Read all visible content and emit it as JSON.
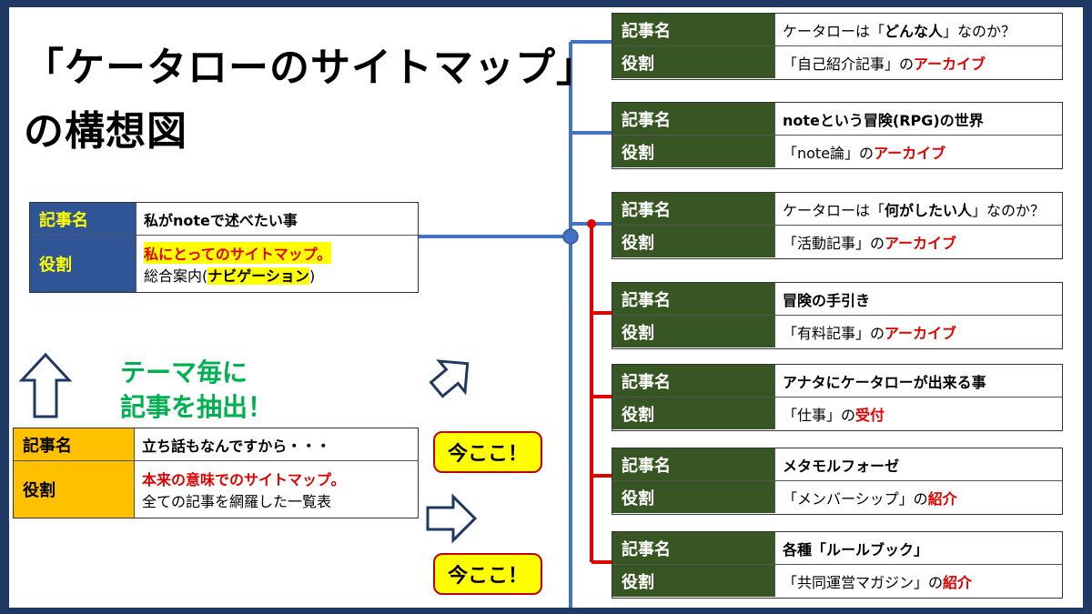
{
  "title": {
    "line1": "「ケータローのサイトマップ」",
    "line2": "の構想図"
  },
  "colors": {
    "frame": "#1f3864",
    "left_main_label_bg": "#2f5597",
    "left_main_label_fg": "#ffff00",
    "left_bottom_label_bg": "#ffc000",
    "right_label_bg": "#375623",
    "highlight_red": "#e00000",
    "connector_blue": "#4472c4",
    "connector_red": "#e00000",
    "callout_bg": "#ffff00"
  },
  "labels": {
    "name": "記事名",
    "role": "役割"
  },
  "main_card": {
    "name_value": "私がnoteで述べたい事",
    "role_line1": "私にとってのサイトマップ。",
    "role_line2_prefix": "総合案内(",
    "role_line2_bold": "ナビゲーション",
    "role_line2_suffix": ")"
  },
  "theme_text": {
    "line1": "テーマ毎に",
    "line2": "記事を抽出！"
  },
  "bottom_card": {
    "name_value": "立ち話もなんですから・・・",
    "role_line1": "本来の意味でのサイトマップ。",
    "role_line2": "全ての記事を網羅した一覧表"
  },
  "callouts": [
    "今ここ！",
    "今ここ！"
  ],
  "right_cards": [
    {
      "name_pre": "ケータローは「",
      "name_bold": "どんな人",
      "name_post": "」なのか？",
      "role_pre": "「自己紹介記事」の",
      "role_red": "アーカイブ"
    },
    {
      "name_pre": "",
      "name_bold": "noteという冒険(RPG)の世界",
      "name_post": "",
      "role_pre": "「note論」の",
      "role_red": "アーカイブ"
    },
    {
      "name_pre": "ケータローは「",
      "name_bold": "何がしたい人",
      "name_post": "」なのか？",
      "role_pre": "「活動記事」の",
      "role_red": "アーカイブ"
    },
    {
      "name_pre": "",
      "name_bold": "冒険の手引き",
      "name_post": "",
      "role_pre": "「有料記事」の",
      "role_red": "アーカイブ"
    },
    {
      "name_pre": "",
      "name_bold": "アナタにケータローが出来る事",
      "name_post": "",
      "role_pre": "「仕事」の",
      "role_red": "受付"
    },
    {
      "name_pre": "",
      "name_bold": "メタモルフォーゼ",
      "name_post": "",
      "role_pre": "「メンバーシップ」の",
      "role_red": "紹介"
    },
    {
      "name_pre": "",
      "name_bold": "各種「ルールブック」",
      "name_post": "",
      "role_pre": "「共同運営マガジン」の",
      "role_red": "紹介"
    }
  ]
}
